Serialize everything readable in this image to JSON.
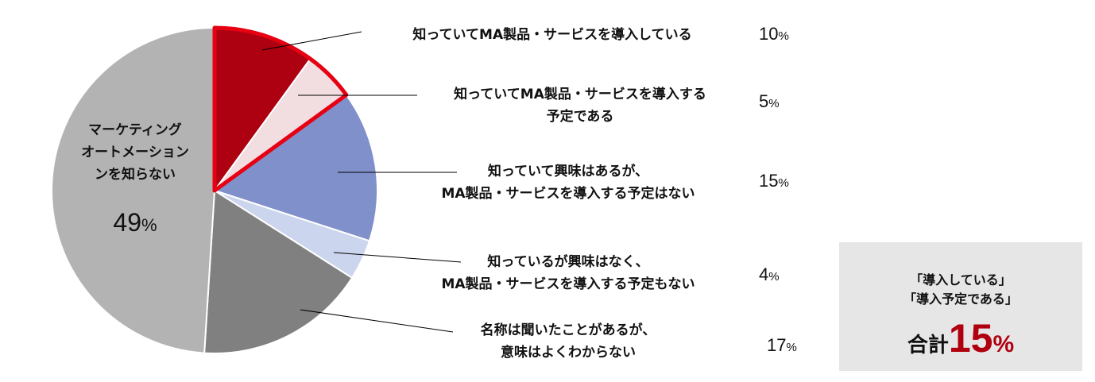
{
  "chart_data": {
    "type": "pie",
    "start": "top",
    "direction": "clockwise",
    "slices": [
      {
        "label": "知っていてMA製品・サービスを導入している",
        "value": 10,
        "color": "#ad0010",
        "highlight": true
      },
      {
        "label": "知っていてMA製品・サービスを導入する\n予定である",
        "value": 5,
        "color": "#f2dde1",
        "highlight": true
      },
      {
        "label": "知っていて興味はあるが、\nMA製品・サービスを導入する予定はない",
        "value": 15,
        "color": "#8090cb"
      },
      {
        "label": "知っているが興味はなく、\nMA製品・サービスを導入する予定もない",
        "value": 4,
        "color": "#ccd5ee"
      },
      {
        "label": "名称は聞いたことがあるが、\n意味はよくわからない",
        "value": 17,
        "color": "#808080"
      },
      {
        "label": "マーケティング\nオートメーション\nンを知らない",
        "value": 49,
        "color": "#b3b3b3"
      }
    ],
    "pct_suffix": "%",
    "highlight_color": "#e60012"
  },
  "summary": {
    "line1": "「導入している」",
    "line2": "「導入予定である」",
    "total_label": "合計",
    "total_value": "15",
    "total_suffix": "%"
  }
}
